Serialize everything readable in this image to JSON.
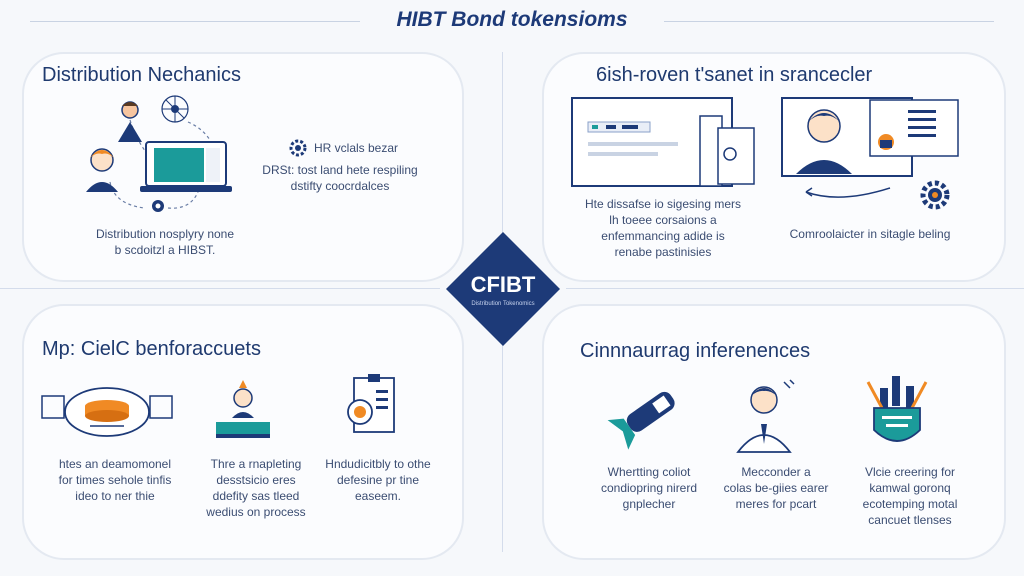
{
  "title": "HIBT Bond tokensioms",
  "logo": {
    "text": "CFIBT",
    "subtitle": "Distribution Tokenomics"
  },
  "panels": {
    "top_left": {
      "title": "Distribution Nechanics",
      "side_lines": [
        "HR vclals bezar",
        "DRSt: tost land hete respiling",
        "dstifty coocrdalces"
      ],
      "bottom_lines": [
        "Distribution nosplyry none",
        "b scdoitzl a HIBST."
      ]
    },
    "top_right": {
      "title": "6ish-roven t'sanet in srancecler",
      "bottom_left_lines": [
        "Hte dissafse io sigesing mers",
        "lh toeee corsaions a",
        "enfemmancing adide is",
        "renabe pastinisies"
      ],
      "bottom_right_lines": [
        "Comroolaicter in sitagle beling"
      ]
    },
    "bottom_left": {
      "title": "Mp: CielC benforaccuets",
      "col1": [
        "htes an deamomonel",
        "for times sehole tinfis",
        "ideo to ner thie"
      ],
      "col2": [
        "Thre a rnapleting",
        "desstsicio eres",
        "ddefity sas tleed",
        "wedius on process"
      ],
      "col3": [
        "Hndudicitbly to othe",
        "defesine pr tine",
        "easeem."
      ]
    },
    "bottom_right": {
      "title": "Cinnnaurrag inferenences",
      "col1": [
        "Whertting coliot",
        "condiopring nirerd",
        "gnplecher"
      ],
      "col2": [
        "Mecconder a",
        "colas be-giies earer",
        "meres for pcart"
      ],
      "col3": [
        "Vlcie creering for",
        "kamwal goronq",
        "ecotemping motal",
        "cancuet tlenses"
      ]
    }
  },
  "colors": {
    "navy": "#1d3a78",
    "accent": "#f08a24",
    "teal": "#1b9b9a",
    "line": "#d4dceb"
  },
  "icons": [
    "user-icon",
    "network-icon",
    "laptop-icon",
    "gear-icon",
    "document-icon",
    "id-card-icon",
    "checklist-icon",
    "coin-stack-icon",
    "person-icon",
    "certificate-icon",
    "rocket-icon",
    "businessman-icon",
    "shield-city-icon"
  ]
}
